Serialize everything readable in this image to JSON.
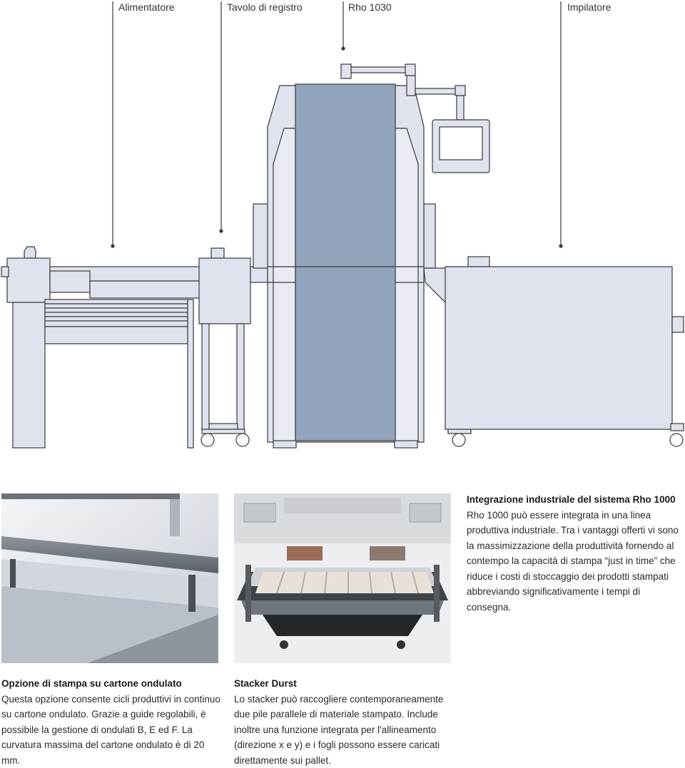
{
  "callouts": {
    "feeder": "Alimentatore",
    "registration_table": "Tavolo di registro",
    "printer": "Rho 1030",
    "stacker": "Impilatore"
  },
  "integration": {
    "title": "Integrazione industriale del sistema Rho 1000",
    "text": "Rho 1000 può essere integrata in una linea produttiva industriale. Tra i vantaggi offerti vi sono la massimizzazione della produttività fornendo al contempo la capacità di stampa “just in time” che riduce i costi di stoccaggio dei prodotti stampati abbreviando significativamente i tempi di consegna."
  },
  "corrugated": {
    "title": "Opzione di stampa su cartone ondulato",
    "text": "Questa opzione consente cicli produttivi in continuo su cartone ondulato. Grazie a guide regolabili, è possibile la  gestione di ondulati B, E ed F. La curvatura massima del cartone ondulato è di 20 mm."
  },
  "stacker_section": {
    "title": "Stacker Durst",
    "text": "Lo stacker può raccogliere contemporaneamente due pile parallele di materiale stampato. Include inoltre una funzione integrata per l'allineamento (direzione x e y) e i fogli possono essere caricati direttamente sui pallet."
  },
  "colors": {
    "machine_fill": "#dfe3ee",
    "machine_core": "#93a5bd",
    "outline": "#3a3a3a"
  }
}
